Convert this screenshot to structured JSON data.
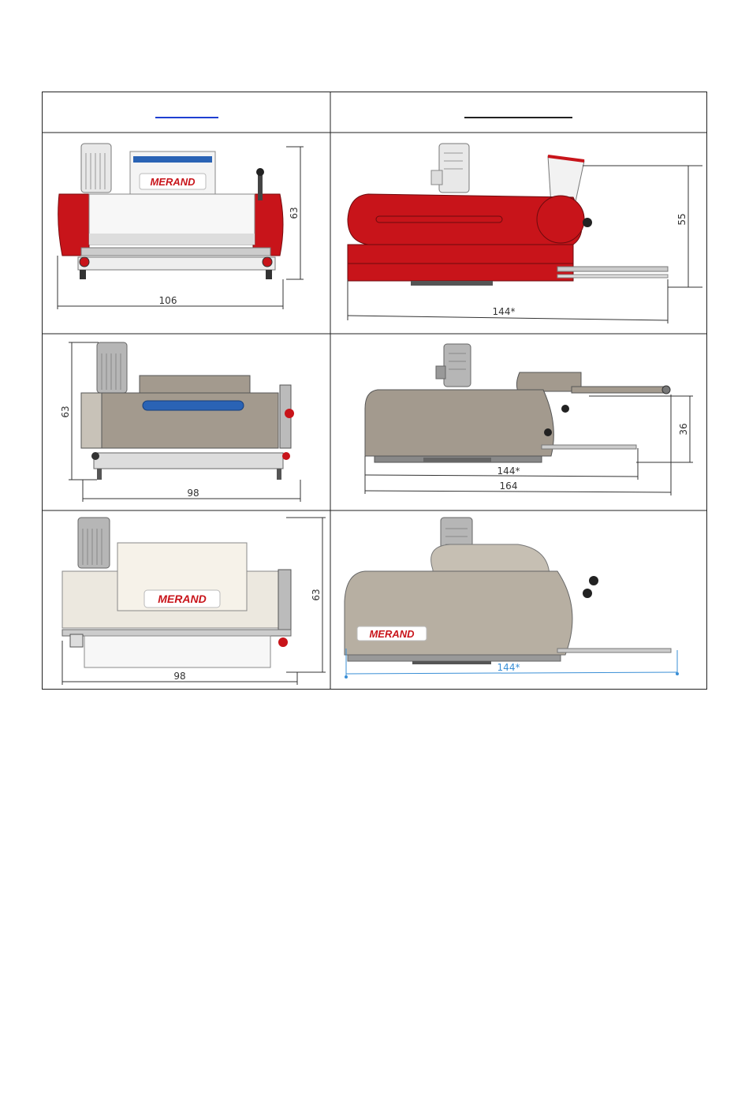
{
  "brand": {
    "logo_text": "MERAND"
  },
  "colors": {
    "red_body": "#c8141a",
    "grey_body": "#a39a8e",
    "blue_roller": "#2a63b5",
    "dim_line": "#333333",
    "dim_blue": "#3a8fd6",
    "link_blue": "#1f3fd1"
  },
  "rows": [
    {
      "front": {
        "height": "63",
        "width": "106"
      },
      "side": {
        "height": "55",
        "width": "144*"
      }
    },
    {
      "front": {
        "height": "63",
        "width": "98"
      },
      "side": {
        "height": "36",
        "width_inner": "144*",
        "width_outer": "164"
      }
    },
    {
      "front": {
        "height": "63",
        "width": "98"
      },
      "side": {
        "width": "144*"
      }
    }
  ]
}
